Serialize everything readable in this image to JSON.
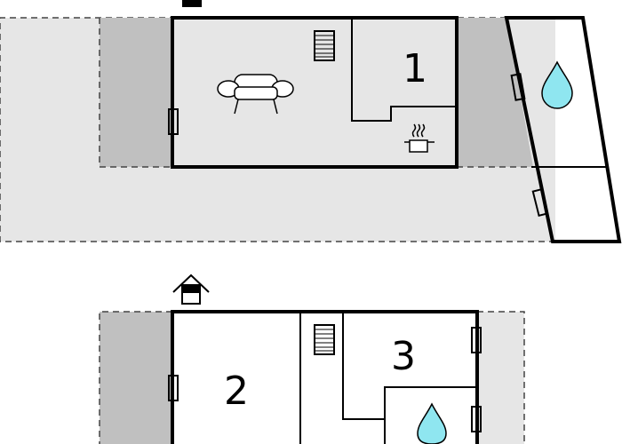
{
  "rooms": [
    {
      "label": "1"
    },
    {
      "label": "2"
    },
    {
      "label": "3"
    }
  ],
  "icons": {
    "sofa": "sofa-icon",
    "stairs": "stairs-icon",
    "kitchen": "cooking-pot-icon",
    "bathroom": "water-drop-icon",
    "entrance": "house-entrance-icon"
  },
  "colors": {
    "wall": "#000000",
    "terrace_light": "#e6e6e6",
    "terrace_dark": "#c0c0c0",
    "water": "#8fe6f0"
  }
}
